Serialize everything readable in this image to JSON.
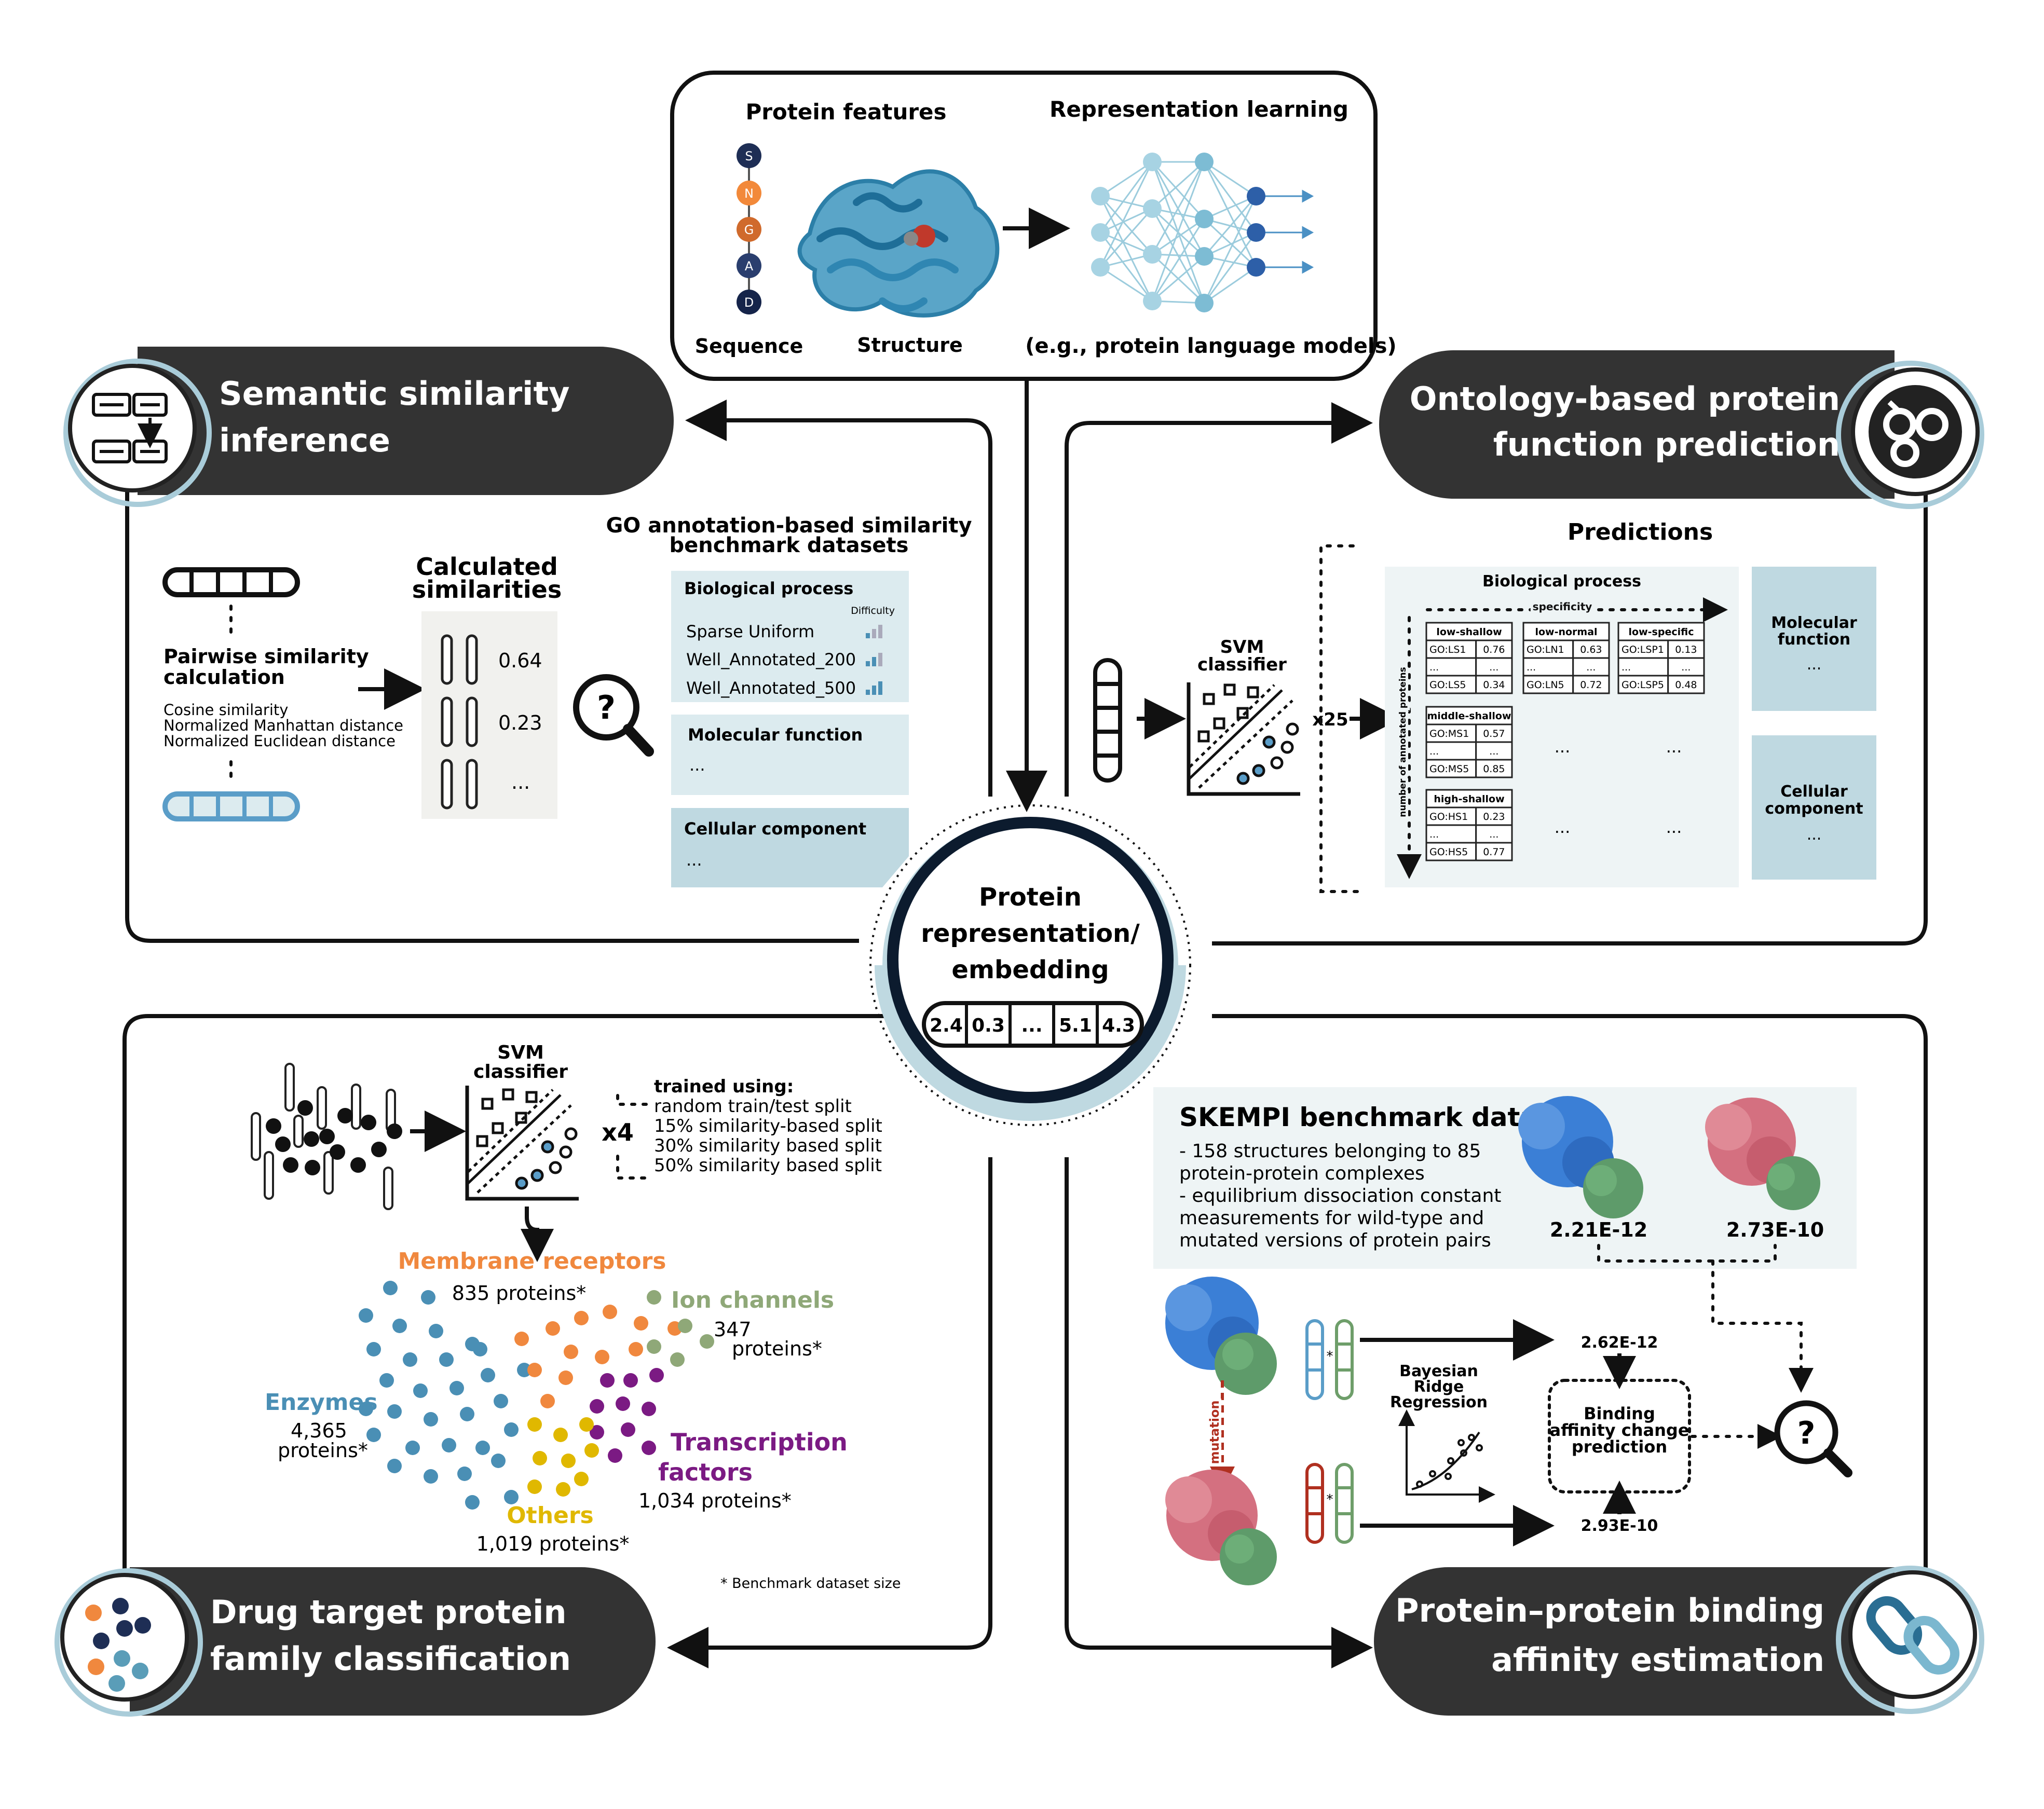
{
  "top": {
    "features_title": "Protein features",
    "learning_title": "Representation learning",
    "sequence_label": "Sequence",
    "structure_label": "Structure",
    "example_label": "(e.g., protein language models)",
    "sequence_letters": [
      "S",
      "N",
      "G",
      "A",
      "D"
    ]
  },
  "center": {
    "line1": "Protein",
    "line2": "representation/",
    "line3": "embedding",
    "vector": [
      "2.4",
      "0.3",
      "...",
      "5.1",
      "4.3"
    ]
  },
  "semantic": {
    "title1": "Semantic similarity",
    "title2": "inference",
    "pairwise1": "Pairwise similarity",
    "pairwise2": "calculation",
    "methods": [
      "Cosine similarity",
      "Normalized Manhattan distance",
      "Normalized Euclidean distance"
    ],
    "calc1": "Calculated",
    "calc2": "similarities",
    "values": [
      "0.64",
      "0.23",
      "..."
    ],
    "go1": "GO annotation-based similarity",
    "go2": "benchmark datasets",
    "bp": "Biological process",
    "difficulty": "Difficulty",
    "datasets": [
      "Sparse Uniform",
      "Well_Annotated_200",
      "Well_Annotated_500"
    ],
    "mf": "Molecular function",
    "cc": "Cellular component",
    "ellipsis": "..."
  },
  "ontology": {
    "title1": "Ontology-based protein",
    "title2": "function prediction",
    "svm1": "SVM",
    "svm2": "classifier",
    "times": "x25",
    "predictions": "Predictions",
    "bp": "Biological process",
    "specificity": "specificity",
    "yaxis": "number of annotated proteins",
    "tables": [
      {
        "head": "low-shallow",
        "rows": [
          [
            "GO:LS1",
            "0.76"
          ],
          [
            "...",
            "..."
          ],
          [
            "GO:LS5",
            "0.34"
          ]
        ]
      },
      {
        "head": "low-normal",
        "rows": [
          [
            "GO:LN1",
            "0.63"
          ],
          [
            "...",
            "..."
          ],
          [
            "GO:LN5",
            "0.72"
          ]
        ]
      },
      {
        "head": "low-specific",
        "rows": [
          [
            "GO:LSP1",
            "0.13"
          ],
          [
            "...",
            "..."
          ],
          [
            "GO:LSP5",
            "0.48"
          ]
        ]
      },
      {
        "head": "middle-shallow",
        "rows": [
          [
            "GO:MS1",
            "0.57"
          ],
          [
            "...",
            "..."
          ],
          [
            "GO:MS5",
            "0.85"
          ]
        ]
      },
      {
        "head": "high-shallow",
        "rows": [
          [
            "GO:HS1",
            "0.23"
          ],
          [
            "...",
            "..."
          ],
          [
            "GO:HS5",
            "0.77"
          ]
        ]
      }
    ],
    "mf1": "Molecular",
    "mf2": "function",
    "cc1": "Cellular",
    "cc2": "component",
    "ellipsis": "..."
  },
  "drug": {
    "title1": "Drug target protein",
    "title2": "family classification",
    "svm1": "SVM",
    "svm2": "classifier",
    "times": "x4",
    "trained": "trained using:",
    "splits": [
      "random train/test split",
      "15% similarity-based split",
      "30% similarity based split",
      "50% similarity based split"
    ],
    "membrane": "Membrane receptors",
    "membrane_n": "835 proteins*",
    "ion": "Ion channels",
    "ion_n1": "347",
    "ion_n2": "proteins*",
    "enzymes": "Enzymes",
    "enzymes_n1": "4,365",
    "enzymes_n2": "proteins*",
    "tf1": "Transcription",
    "tf2": "factors",
    "tf_n": "1,034 proteins*",
    "others": "Others",
    "others_n": "1,019 proteins*",
    "footnote": "* Benchmark dataset size",
    "colors": {
      "membrane": "#F0883E",
      "ion": "#8FA878",
      "enzymes": "#4A8FB5",
      "tf": "#7B1A83",
      "others": "#E0B800"
    }
  },
  "ppi": {
    "title1": "Protein–protein binding",
    "title2": "affinity estimation",
    "skempi": "SKEMPI benchmark dataset",
    "desc": [
      "- 158 structures belonging to 85",
      "protein-protein complexes",
      "- equilibrium dissociation constant",
      "measurements for wild-type and",
      "mutated versions of protein pairs"
    ],
    "val1": "2.21E-12",
    "val2": "2.73E-10",
    "pred1": "2.62E-12",
    "pred2": "2.93E-10",
    "bayes1": "Bayesian",
    "bayes2": "Ridge",
    "bayes3": "Regression",
    "binding1": "Binding",
    "binding2": "affinity change",
    "binding3": "prediction",
    "mutation": "mutation"
  },
  "colors": {
    "dark": "#333333",
    "lightblue": "#DCEBEF",
    "midblue": "#BFD9E1",
    "accent": "#A9CCD9"
  }
}
